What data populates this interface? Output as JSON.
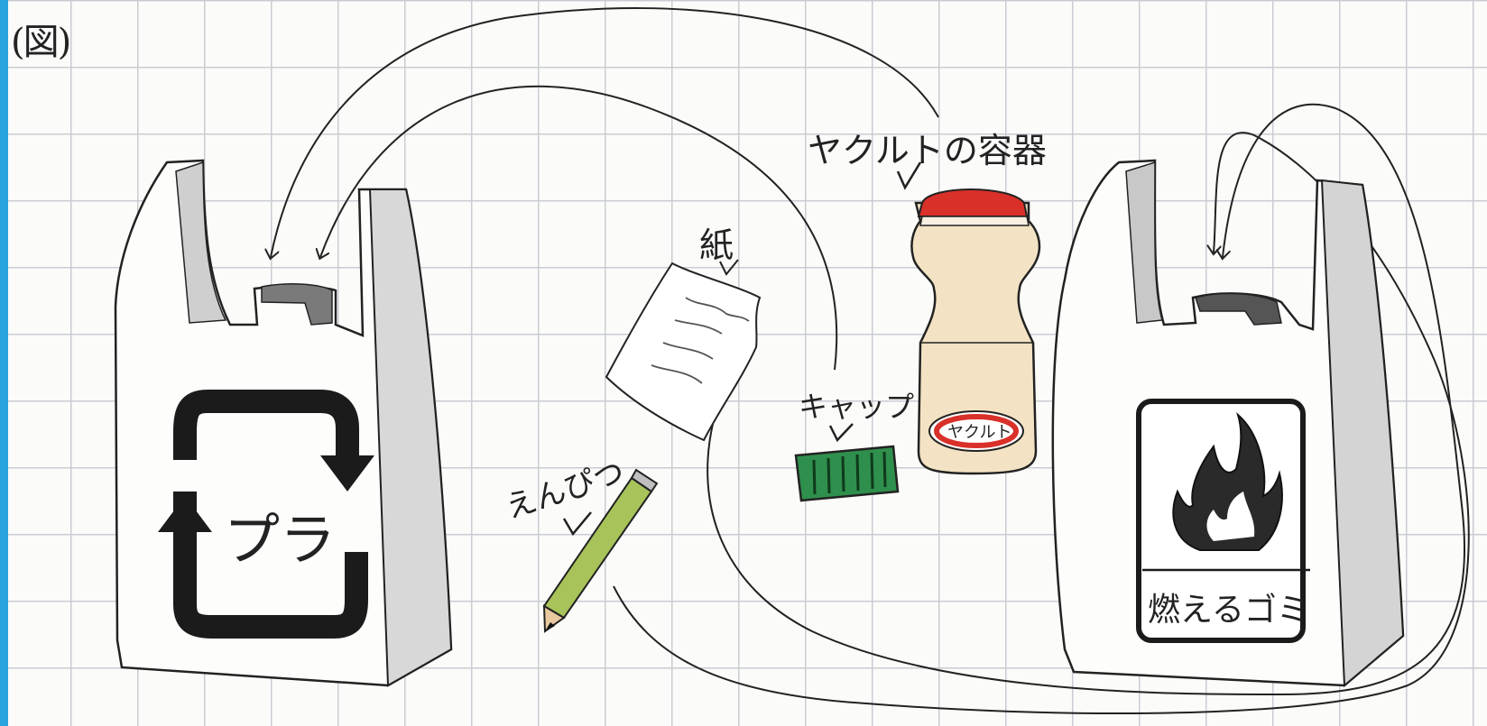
{
  "figure_label": "(図)",
  "items": {
    "yakult_container": "ヤクルトの容器",
    "yakult_brand": "ヤクルト",
    "paper": "紙",
    "cap": "キャップ",
    "pencil": "えんぴつ"
  },
  "bins": {
    "plastic_mark": "プラ",
    "burnable_label": "燃えるゴミ"
  },
  "colors": {
    "grid": "#c9ccd2",
    "margin": "#29a3dc",
    "ink": "#222222",
    "bottle_body": "#f3e3c4",
    "bottle_cap": "#d9302a",
    "cap_green": "#2f8f4c",
    "pencil_body": "#a7c35a"
  }
}
